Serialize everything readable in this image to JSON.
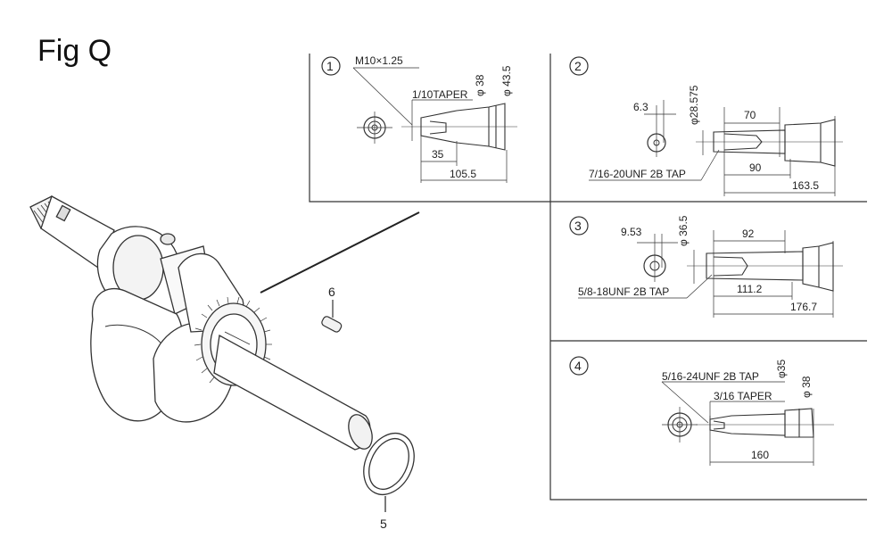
{
  "figure": {
    "title": "Fig Q"
  },
  "callouts": {
    "part_6": "6",
    "part_5": "5"
  },
  "panels": [
    {
      "number": "1",
      "thread": "M10×1.25",
      "taper": "1/10TAPER",
      "dia_a": "φ 38",
      "dia_b": "φ 43.5",
      "len_a": "35",
      "len_b": "105.5"
    },
    {
      "number": "2",
      "offset": "6.3",
      "dia": "φ28.575",
      "len_a": "70",
      "tap": "7/16-20UNF 2B TAP",
      "len_b": "90",
      "len_c": "163.5"
    },
    {
      "number": "3",
      "offset": "9.53",
      "dia": "φ 36.5",
      "len_a": "92",
      "tap": "5/8-18UNF 2B TAP",
      "len_b": "111.2",
      "len_c": "176.7"
    },
    {
      "number": "4",
      "tap": "5/16-24UNF 2B TAP",
      "dia_a": "φ35",
      "dia_b": "φ 38",
      "taper": "3/16 TAPER",
      "len_a": "160"
    }
  ]
}
